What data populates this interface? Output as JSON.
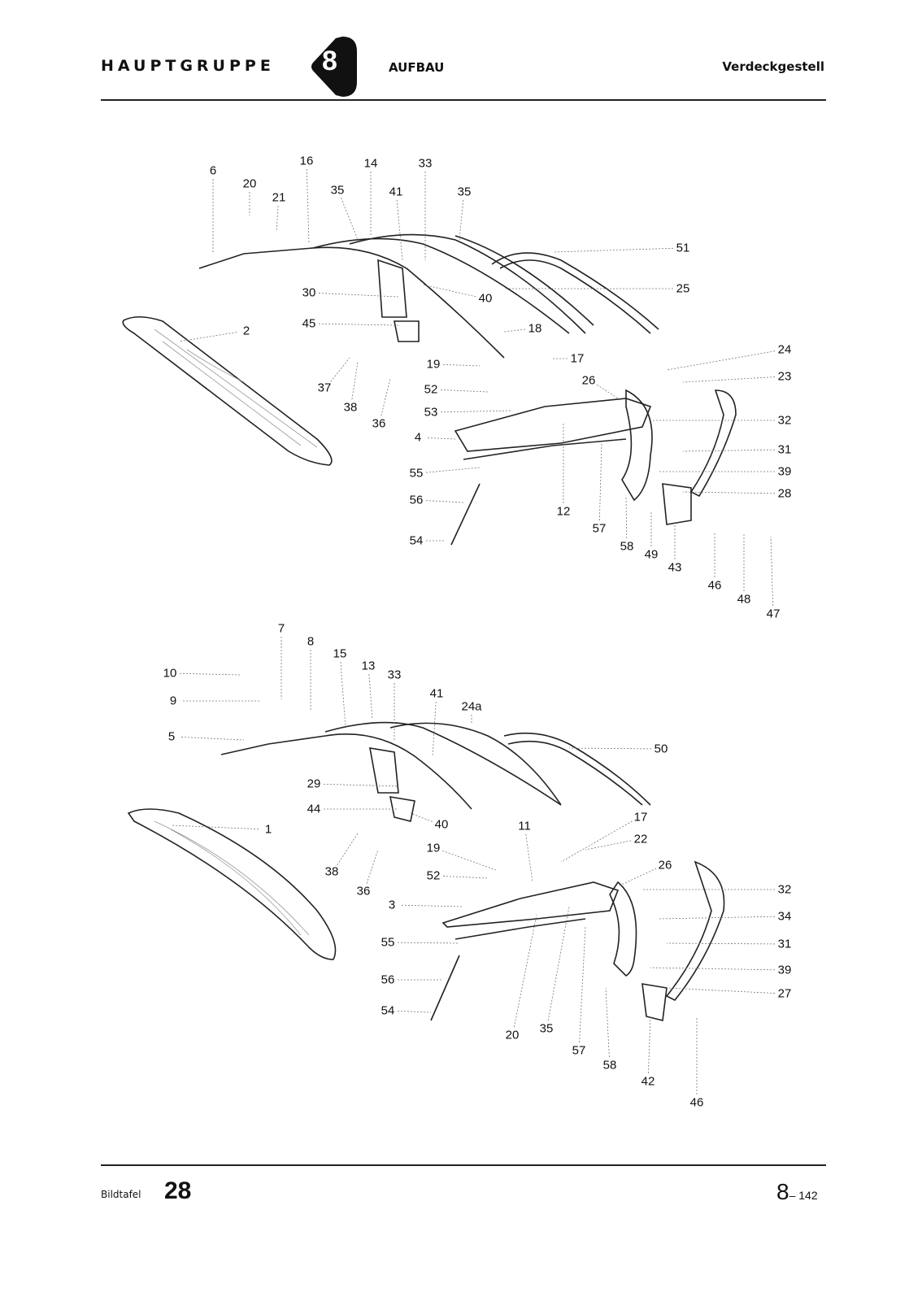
{
  "header": {
    "group_label": "HAUPTGRUPPE",
    "group_number": "8",
    "section": "AUFBAU",
    "subject": "Verdeckgestell"
  },
  "footer": {
    "plate_label": "Bildtafel",
    "plate_number": "28",
    "page_major": "8",
    "page_minor": "– 142"
  },
  "diagram_top": {
    "callouts": [
      "6",
      "20",
      "21",
      "16",
      "14",
      "33",
      "35",
      "41",
      "35",
      "51",
      "25",
      "30",
      "40",
      "45",
      "2",
      "18",
      "17",
      "19",
      "24",
      "23",
      "26",
      "37",
      "38",
      "36",
      "52",
      "53",
      "32",
      "4",
      "31",
      "39",
      "55",
      "28",
      "56",
      "12",
      "57",
      "54",
      "58",
      "49",
      "43",
      "46",
      "48",
      "47"
    ]
  },
  "diagram_bottom": {
    "callouts": [
      "7",
      "8",
      "15",
      "13",
      "33",
      "10",
      "9",
      "41",
      "24a",
      "5",
      "50",
      "29",
      "44",
      "1",
      "40",
      "11",
      "17",
      "22",
      "19",
      "26",
      "38",
      "52",
      "36",
      "3",
      "32",
      "34",
      "55",
      "31",
      "39",
      "56",
      "27",
      "54",
      "20",
      "35",
      "57",
      "58",
      "42",
      "46"
    ]
  }
}
